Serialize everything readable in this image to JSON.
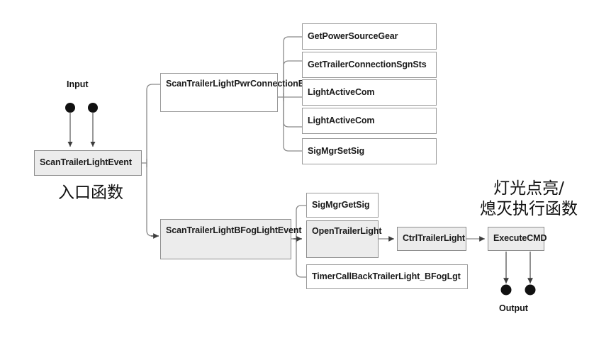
{
  "diagram": {
    "title_entry_annotation": "入口函数",
    "title_output_annotation_line1": "灯光点亮/",
    "title_output_annotation_line2": "熄灭执行函数",
    "input_label": "Input",
    "output_label": "Output",
    "colors": {
      "shaded_fill": "#ececec",
      "plain_fill": "#ffffff",
      "border": "#9a9a9a",
      "connector": "#8a8a8a",
      "arrow": "#3c3c3c",
      "text": "#1a1a1a",
      "background": "#ffffff"
    },
    "nodes": [
      {
        "id": "scan-trailer-light-event",
        "label": "ScanTrailerLightEvent",
        "shaded": true
      },
      {
        "id": "scan-trailer-light-pwr-connection-event",
        "label": "ScanTrailerLightPwrConnectionEvent",
        "shaded": false
      },
      {
        "id": "get-power-source-gear",
        "label": "GetPowerSourceGear",
        "shaded": false
      },
      {
        "id": "get-trailer-connection-sgn-sts",
        "label": "GetTrailerConnectionSgnSts",
        "shaded": false
      },
      {
        "id": "light-active-com-1",
        "label": "LightActiveCom",
        "shaded": false
      },
      {
        "id": "light-active-com-2",
        "label": "LightActiveCom",
        "shaded": false
      },
      {
        "id": "sig-mgr-set-sig",
        "label": "SigMgrSetSig",
        "shaded": false
      },
      {
        "id": "scan-trailer-light-bfog-light-event",
        "label": "ScanTrailerLightBFogLightEvent",
        "shaded": true
      },
      {
        "id": "sig-mgr-get-sig",
        "label": "SigMgrGetSig",
        "shaded": false
      },
      {
        "id": "open-trailer-light",
        "label": "OpenTrailerLight",
        "shaded": true
      },
      {
        "id": "timer-callback-trailer-light-bfoglgt",
        "label": "TimerCallBackTrailerLight_BFogLgt",
        "shaded": false
      },
      {
        "id": "ctrl-trailer-light",
        "label": "CtrlTrailerLight",
        "shaded": true
      },
      {
        "id": "execute-cmd",
        "label": "ExecuteCMD",
        "shaded": true
      }
    ],
    "edges": [
      {
        "from": "input-dot-1",
        "to": "scan-trailer-light-event"
      },
      {
        "from": "input-dot-2",
        "to": "scan-trailer-light-event"
      },
      {
        "from": "scan-trailer-light-event",
        "to": "scan-trailer-light-pwr-connection-event"
      },
      {
        "from": "scan-trailer-light-event",
        "to": "scan-trailer-light-bfog-light-event"
      },
      {
        "from": "scan-trailer-light-pwr-connection-event",
        "to": "get-power-source-gear"
      },
      {
        "from": "scan-trailer-light-pwr-connection-event",
        "to": "get-trailer-connection-sgn-sts"
      },
      {
        "from": "scan-trailer-light-pwr-connection-event",
        "to": "light-active-com-1"
      },
      {
        "from": "scan-trailer-light-pwr-connection-event",
        "to": "light-active-com-2"
      },
      {
        "from": "scan-trailer-light-pwr-connection-event",
        "to": "sig-mgr-set-sig"
      },
      {
        "from": "scan-trailer-light-bfog-light-event",
        "to": "sig-mgr-get-sig"
      },
      {
        "from": "scan-trailer-light-bfog-light-event",
        "to": "open-trailer-light"
      },
      {
        "from": "scan-trailer-light-bfog-light-event",
        "to": "timer-callback-trailer-light-bfoglgt"
      },
      {
        "from": "open-trailer-light",
        "to": "ctrl-trailer-light"
      },
      {
        "from": "ctrl-trailer-light",
        "to": "execute-cmd"
      },
      {
        "from": "execute-cmd",
        "to": "output-dot-1"
      },
      {
        "from": "execute-cmd",
        "to": "output-dot-2"
      }
    ]
  }
}
